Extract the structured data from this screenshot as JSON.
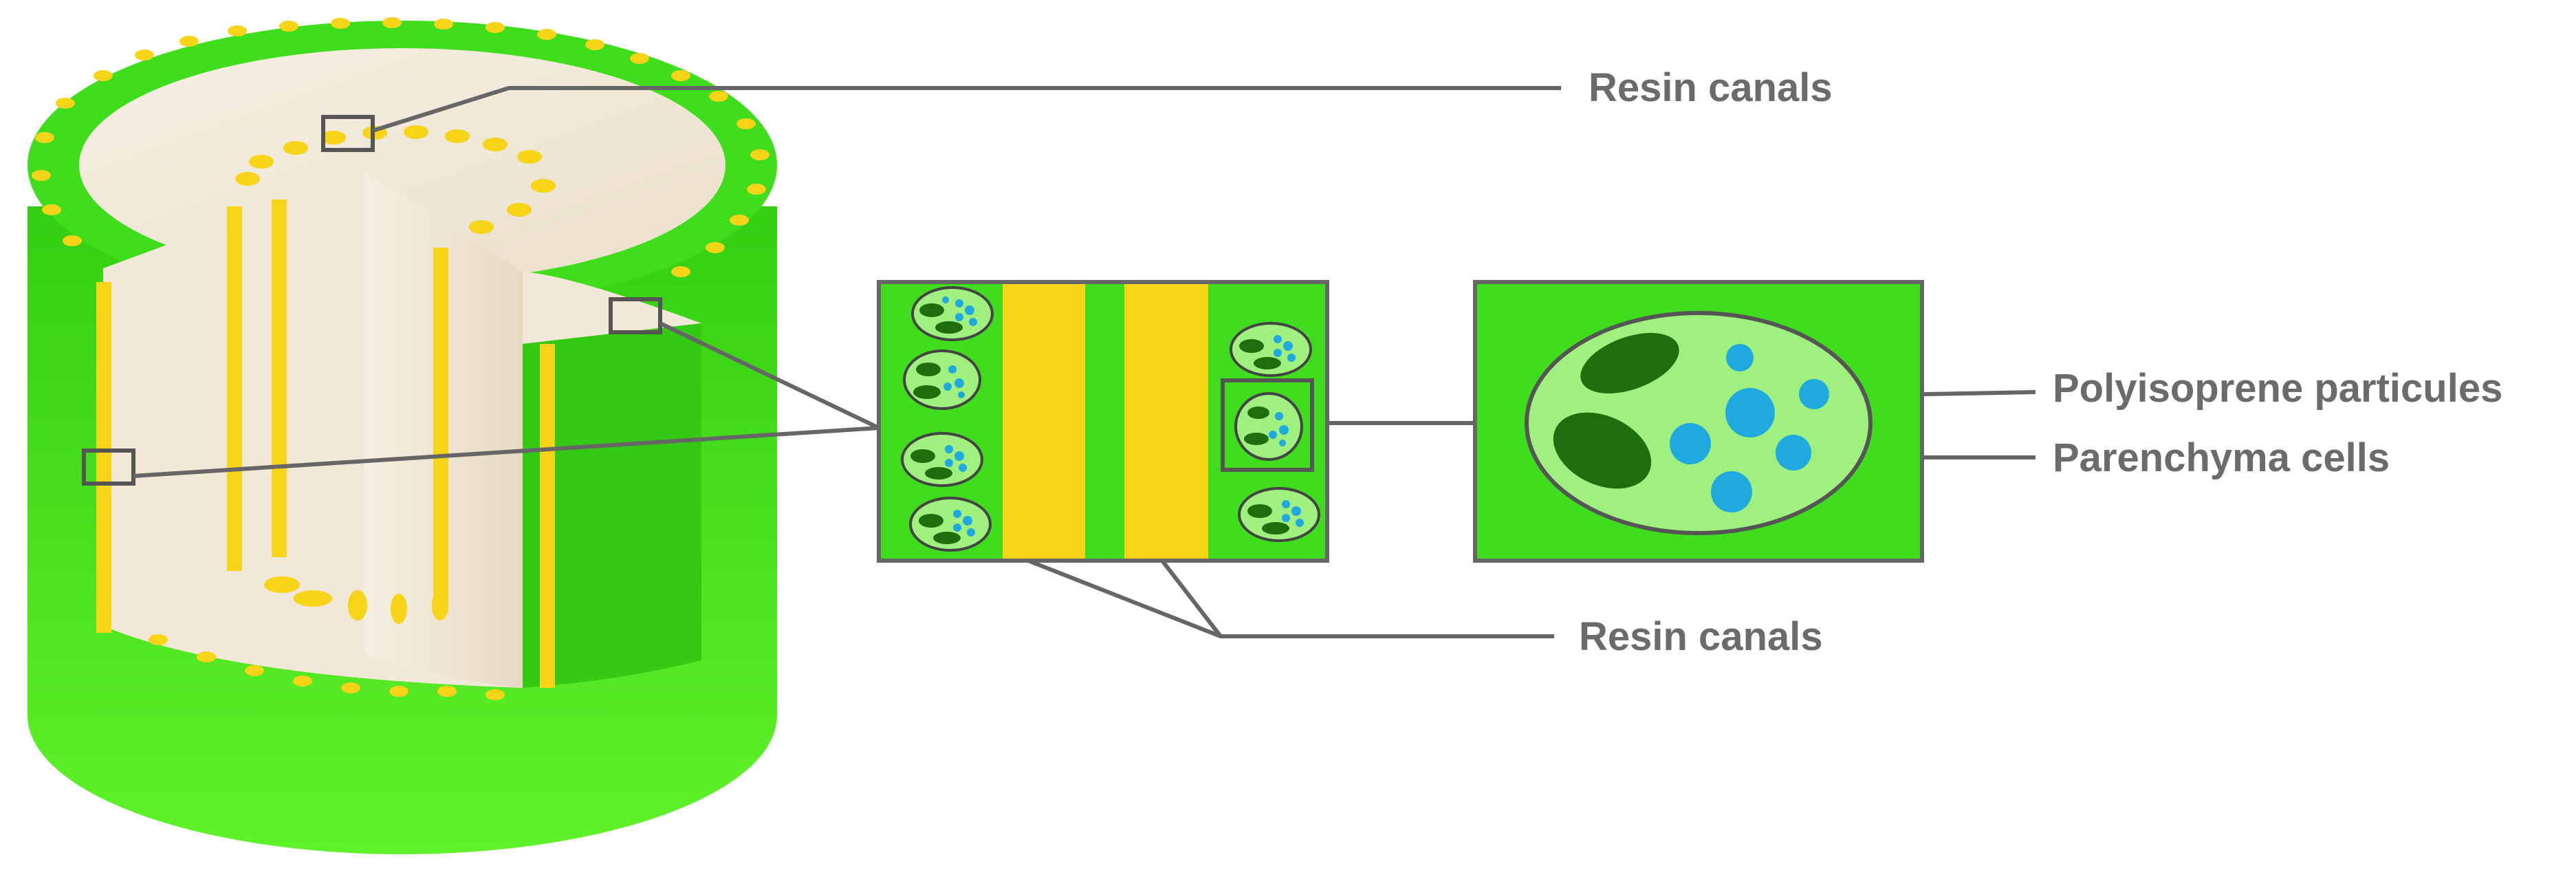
{
  "labels": {
    "resin_canals_top": "Resin canals",
    "resin_canals_bottom": "Resin canals",
    "polyisoprene": "Polyisoprene particules",
    "parenchyma": "Parenchyma cells"
  },
  "colors": {
    "bark_green": "#3fd91c",
    "bark_green_light": "#62f02e",
    "resin_yellow": "#f7d417",
    "wood_cream": "#f3ebdc",
    "cell_fill": "#9ff07e",
    "cell_nucleus": "#1e6e10",
    "particle_blue": "#1fa9df",
    "leader_line": "#666666"
  }
}
